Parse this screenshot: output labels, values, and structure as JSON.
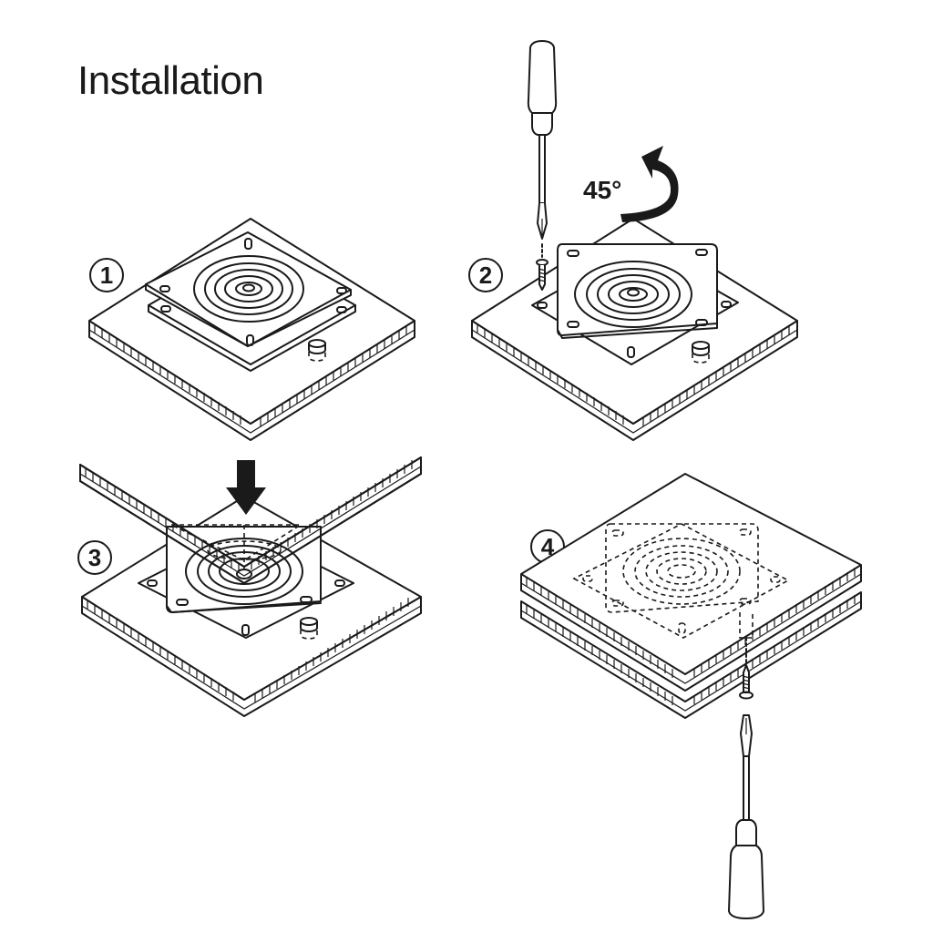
{
  "title": "Installation",
  "steps": [
    {
      "number": "1"
    },
    {
      "number": "2",
      "rotation_label": "45°"
    },
    {
      "number": "3"
    },
    {
      "number": "4"
    }
  ],
  "colors": {
    "line": "#1a1a1a",
    "background": "#ffffff"
  }
}
